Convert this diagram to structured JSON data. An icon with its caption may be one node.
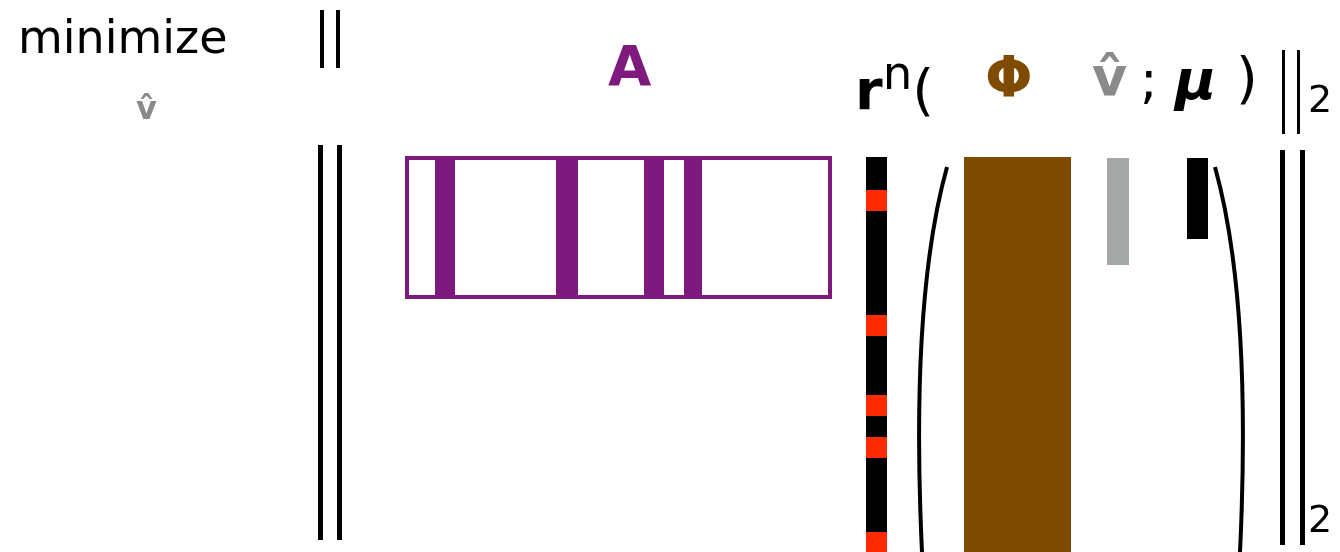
{
  "diagram": {
    "labels": [
      "minimize",
      "v̂",
      "A",
      "**r**$^{n}$(",
      "Φ",
      "v̂",
      ";",
      "μ",
      ")",
      "2",
      "2"
    ]
  }
}
